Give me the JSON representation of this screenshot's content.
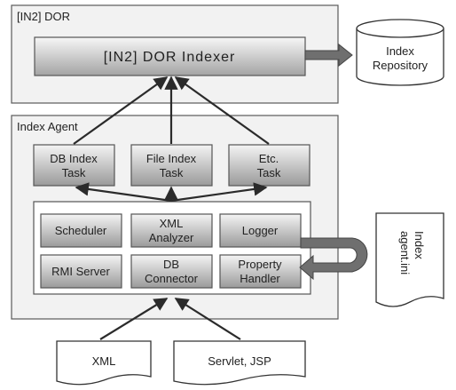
{
  "dor_container": {
    "title": "[IN2] DOR"
  },
  "indexer": {
    "label": "[IN2] DOR Indexer"
  },
  "repository": {
    "line1": "Index",
    "line2": "Repository"
  },
  "agent_container": {
    "title": "Index Agent"
  },
  "tasks": [
    {
      "line1": "DB Index",
      "line2": "Task"
    },
    {
      "line1": "File Index",
      "line2": "Task"
    },
    {
      "line1": "Etc.",
      "line2": "Task"
    }
  ],
  "modules": {
    "scheduler": {
      "line1": "Scheduler"
    },
    "xml_analyzer": {
      "line1": "XML",
      "line2": "Analyzer"
    },
    "logger": {
      "line1": "Logger"
    },
    "rmi_server": {
      "line1": "RMI Server"
    },
    "db_connector": {
      "line1": "DB",
      "line2": "Connector"
    },
    "property_handler": {
      "line1": "Property",
      "line2": "Handler"
    }
  },
  "config_file": {
    "line1": "Index",
    "line2": "agent.ini"
  },
  "inputs": {
    "xml": "XML",
    "servlet": "Servlet, JSP"
  },
  "colors": {
    "container_fill": "#f2f2f2",
    "box_gradient_top": "#f4f4f4",
    "box_gradient_bottom": "#9a9a9a",
    "arrow": "#2b2b2b",
    "thick_arrow": "#6f6f6f"
  }
}
